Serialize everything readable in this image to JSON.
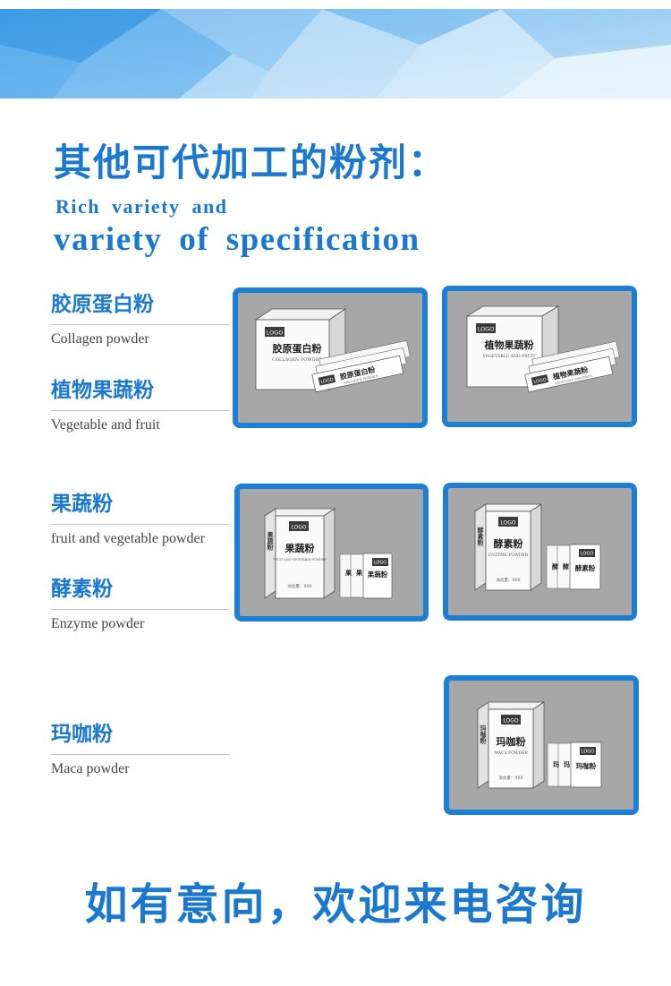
{
  "header": {
    "title_cn": "其他可代加工的粉剂：",
    "title_en_line1": "Rich variety and",
    "title_en_line2": "variety of specification"
  },
  "products": [
    {
      "name_cn": "胶原蛋白粉",
      "name_en": "Collagen powder",
      "box_cn": "胶原蛋白粉",
      "box_en": "COLLAGEN POWDER",
      "sachet_cn": "胶原蛋白粉",
      "sachet_en": "COLLAGEN POWDER",
      "logo": "LOGO"
    },
    {
      "name_cn": "植物果蔬粉",
      "name_en": "Vegetable and fruit",
      "box_cn": "植物果蔬粉",
      "box_en": "VEGETABLE AND FRUIT",
      "sachet_cn": "植物果蔬粉",
      "sachet_en": "VEGETABLE AND FRUIT",
      "logo": "LOGO"
    },
    {
      "name_cn": "果蔬粉",
      "name_en": "fruit and vegetable powder",
      "box_cn": "果蔬粉",
      "box_en": "FRUIT AND VEGETABLE POWDER",
      "box_net": "净含量：XXX",
      "sachet_cn": "果蔬粉",
      "logo": "LOGO"
    },
    {
      "name_cn": "酵素粉",
      "name_en": "Enzyme powder",
      "box_cn": "酵素粉",
      "box_en": "ENZYME POWDER",
      "box_net": "净含量：XXX",
      "sachet_cn": "酵素粉",
      "logo": "LOGO"
    },
    {
      "name_cn": "玛咖粉",
      "name_en": "Maca powder",
      "box_cn": "玛咖粉",
      "box_en": "MACA POWDER",
      "box_net": "净含量：XXX",
      "sachet_cn": "玛咖粉",
      "logo": "LOGO"
    }
  ],
  "footer": {
    "cta": "如有意向，欢迎来电咨询"
  },
  "colors": {
    "accent": "#1a78cf",
    "panel_border": "#1c7fd4",
    "panel_bg": "#a7a7a7",
    "banner_light": "#dff0fb",
    "banner_dark": "#3a9ee6"
  }
}
